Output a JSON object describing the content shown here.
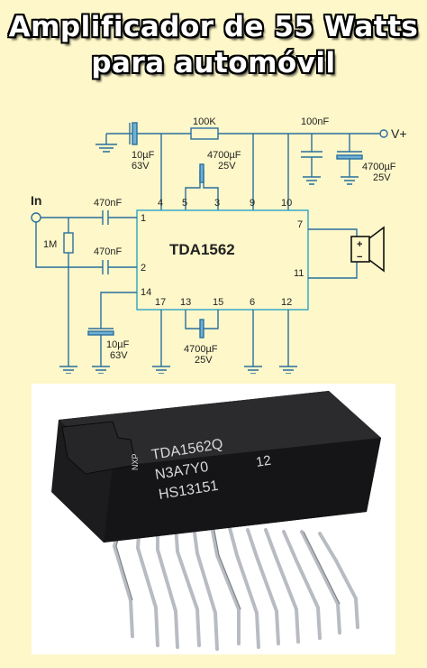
{
  "title": {
    "line1": "Amplificador de 55 Watts",
    "line2": "para automóvil"
  },
  "schematic": {
    "input_label": "In",
    "supply_label": "V+",
    "ic_name": "TDA1562",
    "resistors": {
      "r_feedback": "100K",
      "r_input": "1M"
    },
    "capacitors": {
      "c_10uf_top": [
        "10µF",
        "63V"
      ],
      "c_4700_pins_5_3": [
        "4700µF",
        "25V"
      ],
      "c_100nf": "100nF",
      "c_4700_supply": [
        "4700µF",
        "25V"
      ],
      "c_470_in1": "470nF",
      "c_470_in2": "470nF",
      "c_10uf_bottom": [
        "10µF",
        "63V"
      ],
      "c_4700_pins_13_15": [
        "4700µF",
        "25V"
      ]
    },
    "speaker_polarity": {
      "plus": "+",
      "minus": "−"
    },
    "pins": {
      "top": [
        "4",
        "5",
        "3",
        "9",
        "10"
      ],
      "left": [
        "1",
        "2",
        "14"
      ],
      "right": [
        "7",
        "11"
      ],
      "bottom": [
        "17",
        "13",
        "15",
        "6",
        "12"
      ]
    }
  },
  "chip": {
    "marking_line1": "TDA1562Q",
    "marking_line2": "N3A7Y0",
    "marking_line3": "HS13151",
    "marking_num": "12",
    "logo": "NXP"
  },
  "colors": {
    "wire": "#2a6f9e",
    "ic_outline": "#2fa3c8",
    "background": "#fdf7c9",
    "accent_yellow": "#f2d400"
  }
}
